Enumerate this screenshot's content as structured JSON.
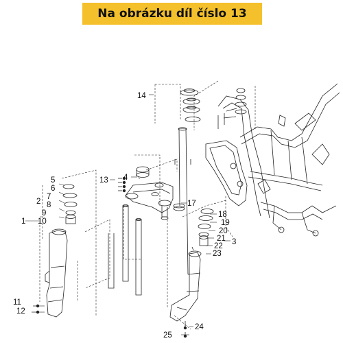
{
  "banner": {
    "title": "Na obrázku díl číslo 13"
  },
  "diagram": {
    "callouts": [
      {
        "id": "c1",
        "text": "1"
      },
      {
        "id": "c2",
        "text": "2"
      },
      {
        "id": "c3",
        "text": "3"
      },
      {
        "id": "c4",
        "text": "4"
      },
      {
        "id": "c5",
        "text": "5"
      },
      {
        "id": "c6",
        "text": "6"
      },
      {
        "id": "c7",
        "text": "7"
      },
      {
        "id": "c8",
        "text": "8"
      },
      {
        "id": "c9",
        "text": "9"
      },
      {
        "id": "c10",
        "text": "10"
      },
      {
        "id": "c11",
        "text": "11"
      },
      {
        "id": "c12",
        "text": "12"
      },
      {
        "id": "c13",
        "text": "13"
      },
      {
        "id": "c14",
        "text": "14"
      },
      {
        "id": "c17",
        "text": "17"
      },
      {
        "id": "c18",
        "text": "18"
      },
      {
        "id": "c19",
        "text": "19"
      },
      {
        "id": "c20",
        "text": "20"
      },
      {
        "id": "c21",
        "text": "21"
      },
      {
        "id": "c22",
        "text": "22"
      },
      {
        "id": "c23",
        "text": "23"
      },
      {
        "id": "c24",
        "text": "24"
      },
      {
        "id": "c25",
        "text": "25"
      }
    ]
  },
  "colors": {
    "banner": "#f4c02b",
    "line": "#222222",
    "text": "#111111"
  }
}
